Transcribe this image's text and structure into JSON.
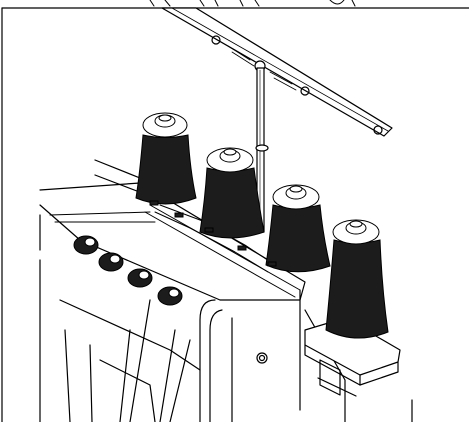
{
  "figure": {
    "kind": "technical line illustration",
    "colors": {
      "ink": "#000000",
      "paper": "#ffffff",
      "cone_fill": "#1c1c1c",
      "cone_light": "#ffffff"
    }
  },
  "parts": {
    "thread_guide_bar": {
      "icon": "thread-guide-bar-icon"
    },
    "support_pole": {
      "icon": "support-pole-icon"
    },
    "thread_cones": {
      "count": 4,
      "icon": "thread-cone-icon"
    },
    "tension_knobs": {
      "count": 4,
      "icon": "tension-knob-icon"
    },
    "spool_stand_base": {
      "icon": "spool-stand-base-icon"
    },
    "machine_body": {
      "icon": "machine-body-icon"
    }
  }
}
